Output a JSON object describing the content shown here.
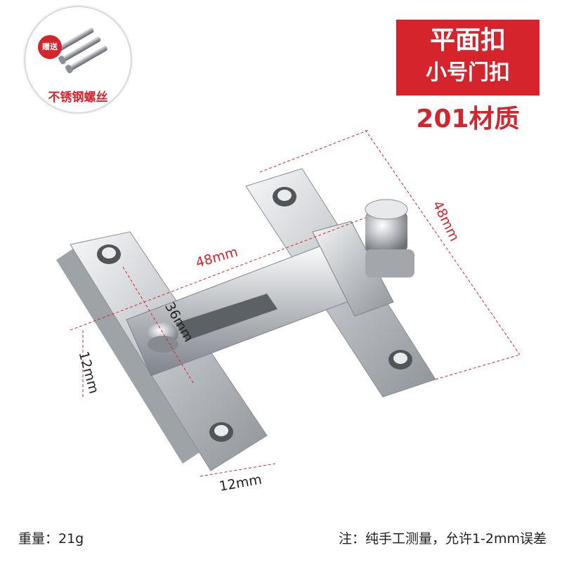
{
  "gift": {
    "badge": "赠送",
    "label": "不锈钢螺丝"
  },
  "title_box": {
    "line1": "平面扣",
    "line2": "小号门扣"
  },
  "material": "201材质",
  "dimensions": {
    "top_width": "48mm",
    "right_height": "48mm",
    "slot": "36mm",
    "left": "12mm",
    "bottom": "12mm"
  },
  "footer": {
    "weight": "重量：21g",
    "note": "注：纯手工测量，允许1-2mm误差"
  },
  "colors": {
    "accent": "#d6242d",
    "metal": "#c9ccd0"
  }
}
